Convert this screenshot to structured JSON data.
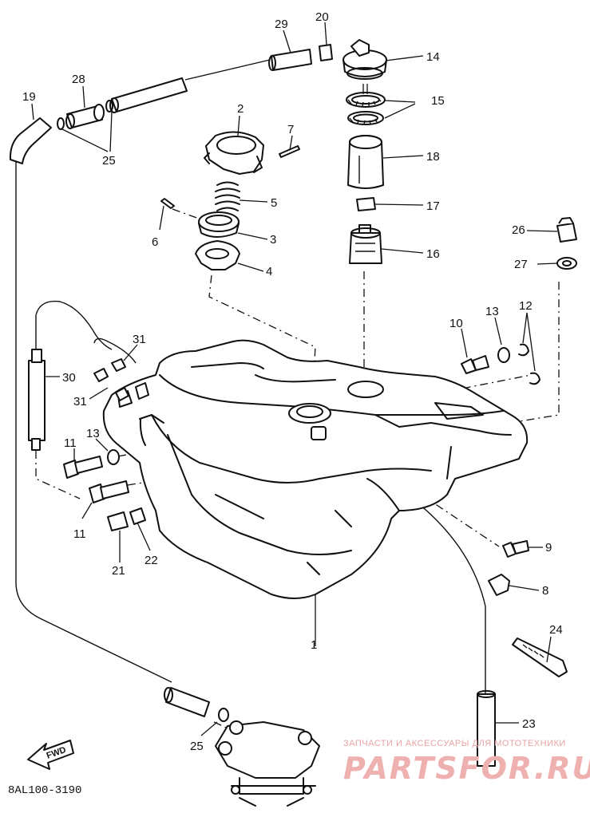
{
  "diagram": {
    "code": "8AL100-3190",
    "direction_label": "FWD",
    "callouts": [
      "1",
      "2",
      "3",
      "4",
      "5",
      "6",
      "7",
      "8",
      "9",
      "10",
      "11",
      "11",
      "12",
      "13",
      "13",
      "14",
      "15",
      "16",
      "17",
      "18",
      "19",
      "20",
      "21",
      "22",
      "23",
      "24",
      "25",
      "25",
      "26",
      "27",
      "28",
      "29",
      "30",
      "31",
      "31"
    ]
  },
  "watermark": {
    "tagline": "ЗАПЧАСТИ И АКСЕССУАРЫ ДЛЯ МОТОТЕХНИКИ",
    "brand": "PARTSFOR.RU"
  }
}
